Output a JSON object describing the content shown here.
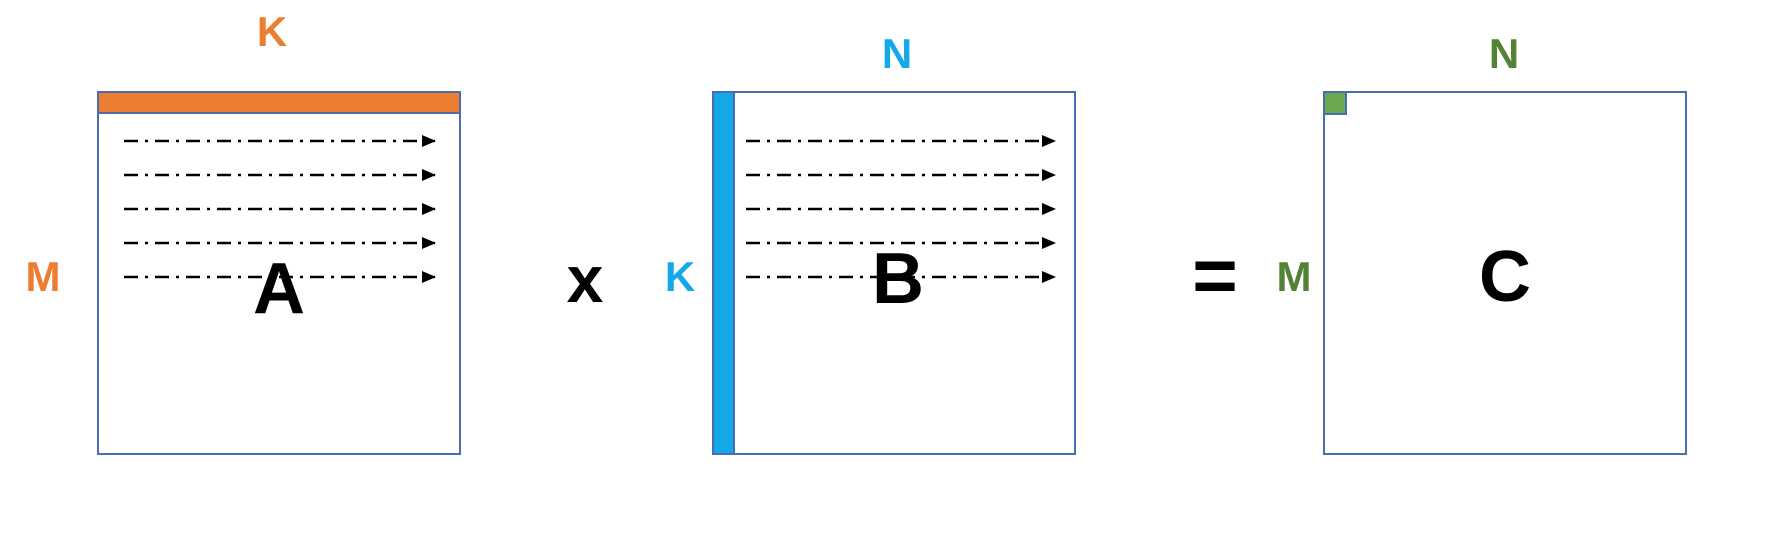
{
  "colors": {
    "orange": "#ED7D31",
    "blue": "#13A9E9",
    "green": "#548235",
    "matrix_border": "#4A6CB0",
    "black": "#000000"
  },
  "matrix_a": {
    "name": "A",
    "top_dim": "K",
    "left_dim": "M",
    "highlight": "row"
  },
  "operator_multiply": "x",
  "matrix_b": {
    "name": "B",
    "top_dim": "N",
    "left_dim": "K",
    "highlight": "column"
  },
  "operator_equals": "=",
  "matrix_c": {
    "name": "C",
    "top_dim": "N",
    "left_dim": "M",
    "highlight": "single-element"
  }
}
